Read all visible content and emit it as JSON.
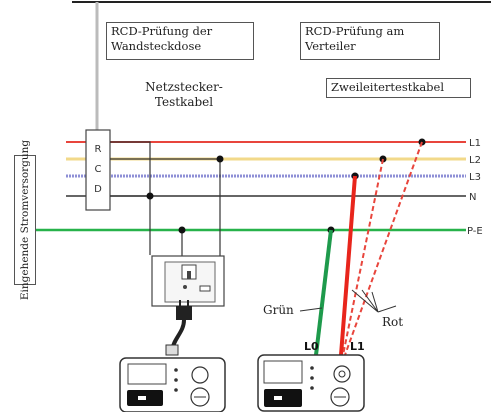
{
  "labels": {
    "rcd_wall_test": "RCD-Prüfung der Wandsteckdose",
    "rcd_distributor_test": "RCD-Prüfung am Verteiler",
    "mains_plug_cable": "Netzstecker-Testkabel",
    "two_wire_cable": "Zweileitertestkabel",
    "incoming_supply": "Eingehende Stromversorgung",
    "green": "Grün",
    "red": "Rot",
    "l0": "L0",
    "l1_meter": "L1"
  },
  "rcd_device": {
    "letters": [
      "R",
      "C",
      "D"
    ]
  },
  "lines": [
    {
      "name": "L1",
      "color": "#e8453c"
    },
    {
      "name": "L2",
      "color": "#f2d98a"
    },
    {
      "name": "L3",
      "color": "#8e8fd6"
    },
    {
      "name": "N",
      "color": "#333333"
    },
    {
      "name": "P-E",
      "color": "#27b24a"
    }
  ],
  "colors": {
    "ground_wire": "#1e9a4c",
    "test_red": "#e8251c",
    "dashed_red": "#e8453c"
  }
}
